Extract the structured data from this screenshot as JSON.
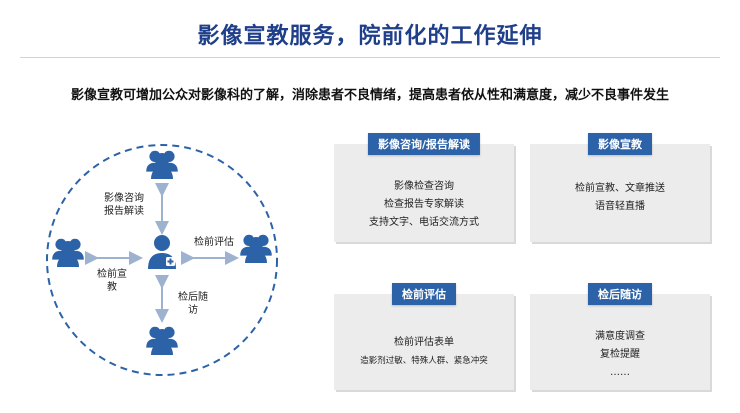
{
  "header": {
    "title": "影像宣教服务，院前化的工作延伸",
    "subtitle": "影像宣教可增加公众对影像科的了解，消除患者不良情绪，提高患者依从性和满意度，减少不良事件发生"
  },
  "diagram": {
    "labels": {
      "top": [
        "影像咨询",
        "报告解读"
      ],
      "right": "检前评估",
      "bottom": [
        "检后随",
        "访"
      ],
      "left": [
        "检前宣",
        "教"
      ]
    },
    "colors": {
      "circle": "#2c62a8",
      "person": "#2c62a8",
      "arrow": "#9db2cf"
    }
  },
  "cards": [
    {
      "title": "影像咨询/报告解读",
      "lines": [
        "影像检查咨询",
        "检查报告专家解读",
        "支持文字、电话交流方式"
      ]
    },
    {
      "title": "影像宣教",
      "lines": [
        "检前宣教、文章推送",
        "语音轻直播"
      ]
    },
    {
      "title": "检前评估",
      "lines": [
        "检前评估表单",
        "造影剂过敏、特殊人群、紧急冲突"
      ]
    },
    {
      "title": "检后随访",
      "lines": [
        "满意度调查",
        "复检提醒",
        "……"
      ]
    }
  ],
  "colors": {
    "accent": "#2c62a8",
    "title": "#1f3f8a",
    "card_bg": "#ececec"
  }
}
